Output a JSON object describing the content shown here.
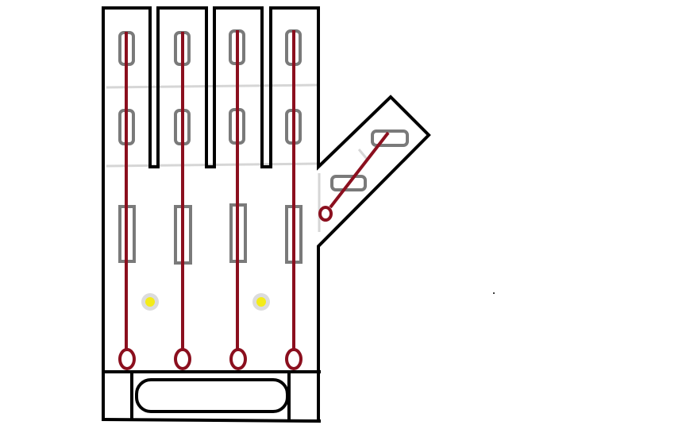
{
  "diagram": {
    "colors": {
      "background": "#ffffff",
      "outline": "#000000",
      "tendon": "#8b0f1e",
      "guide": "#7a7a7a",
      "joint_line": "#d6d6d6",
      "sensor": "#f4ec18",
      "sensor_halo": "#dcdcdc"
    },
    "fingers": [
      {
        "name": "finger-1"
      },
      {
        "name": "finger-2"
      },
      {
        "name": "finger-3"
      },
      {
        "name": "finger-4"
      }
    ],
    "thumb": {
      "name": "thumb"
    },
    "sensors": [
      {
        "name": "sensor-1"
      },
      {
        "name": "sensor-2"
      }
    ],
    "wrist_strap": {
      "name": "wrist-strap"
    }
  }
}
